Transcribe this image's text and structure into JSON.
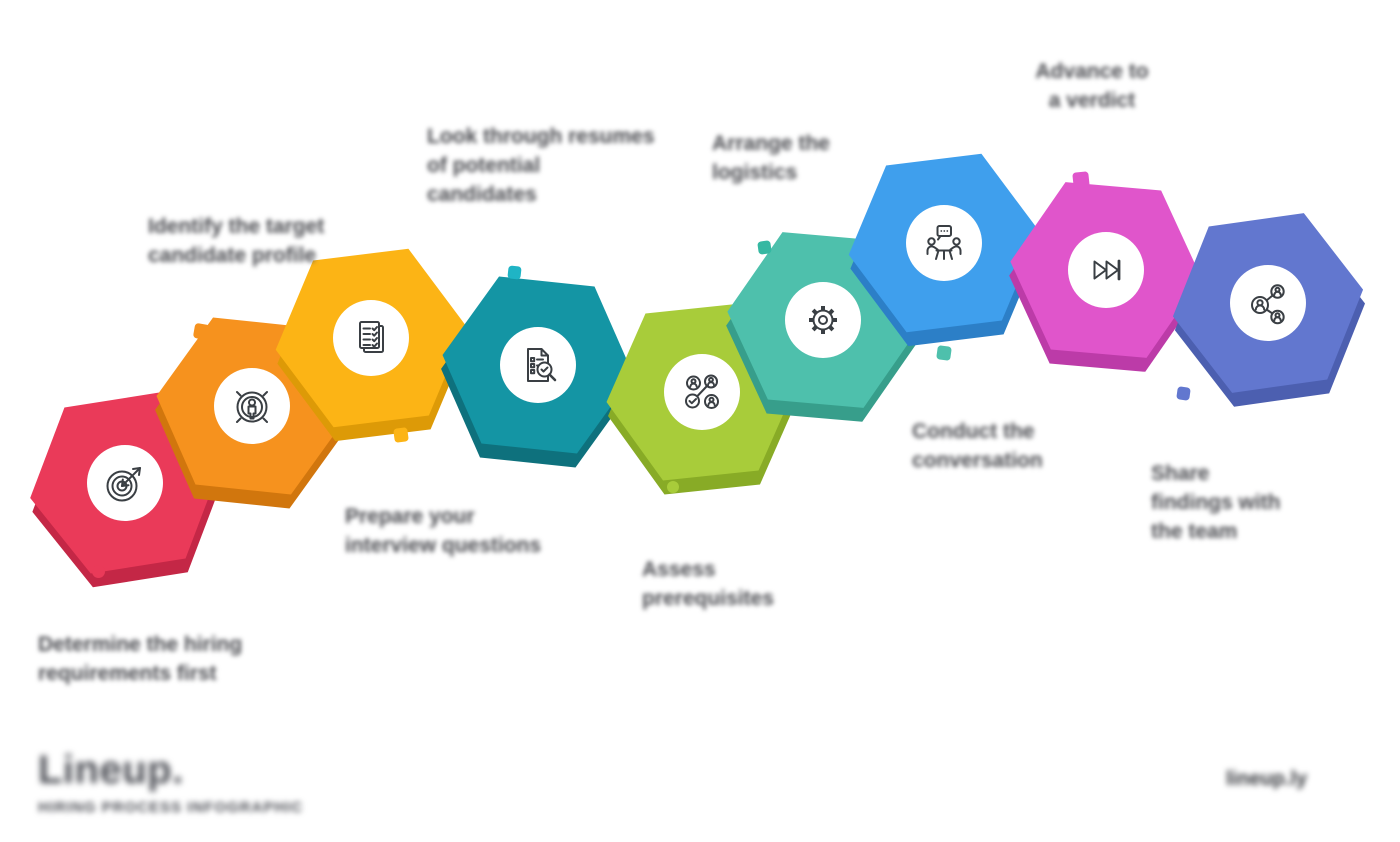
{
  "meta": {
    "background_color": "#ffffff",
    "label_text_color": "#4a4b50",
    "icon_stroke_color": "#3a3f44",
    "badge_color": "#ffffff"
  },
  "title": {
    "text": "Lineup.",
    "subtitle": "HIRING PROCESS INFOGRAPHIC"
  },
  "watermark": "lineup.ly",
  "steps": [
    {
      "name": "set-target",
      "icon": "target-dart-icon",
      "color": "#ea3a59",
      "side_color": "#c42746",
      "label_lines": [
        "Determine the hiring",
        "requirements first"
      ]
    },
    {
      "name": "identify-candidates",
      "icon": "person-target-icon",
      "color": "#f6921e",
      "side_color": "#d1760d",
      "label_lines": [
        "Identify the target",
        "candidate profile"
      ]
    },
    {
      "name": "prepare-checklist",
      "icon": "checklist-icon",
      "color": "#fcb415",
      "side_color": "#dd9a07",
      "label_lines": [
        "Prepare your",
        "interview questions"
      ]
    },
    {
      "name": "screen-resumes",
      "icon": "doc-magnifier-icon",
      "color": "#1495a4",
      "side_color": "#0e717d",
      "label_lines": [
        "Look through resumes",
        "of potential",
        "candidates"
      ]
    },
    {
      "name": "assess-candidates",
      "icon": "people-check-icon",
      "color": "#a8cc3a",
      "side_color": "#88ab26",
      "label_lines": [
        "Assess",
        "prerequisites"
      ]
    },
    {
      "name": "arrange-logistics",
      "icon": "gear-icon",
      "color": "#4ec0ac",
      "side_color": "#379e8b",
      "label_lines": [
        "Arrange the",
        "logistics"
      ]
    },
    {
      "name": "conduct-conversation",
      "icon": "interview-icon",
      "color": "#3f9fed",
      "side_color": "#2c7fc7",
      "label_lines": [
        "Conduct the",
        "conversation"
      ]
    },
    {
      "name": "advance-verdict",
      "icon": "fast-forward-icon",
      "color": "#e055cb",
      "side_color": "#bc3ba8",
      "label_lines": [
        "Advance to",
        "a verdict"
      ]
    },
    {
      "name": "share-findings",
      "icon": "share-people-icon",
      "color": "#6277cf",
      "side_color": "#4c5fb0",
      "label_lines": [
        "Share",
        "findings with",
        "the team"
      ]
    }
  ],
  "decor_dots": [
    {
      "shape": "square",
      "color": "#f6921e"
    },
    {
      "shape": "circle",
      "color": "#ea3a59"
    },
    {
      "shape": "square",
      "color": "#fcb415"
    },
    {
      "shape": "square",
      "color": "#1fb4c5"
    },
    {
      "shape": "square",
      "color": "#35b8a2"
    },
    {
      "shape": "circle",
      "color": "#a8cc3a"
    },
    {
      "shape": "square",
      "color": "#4ec0ac"
    },
    {
      "shape": "square",
      "color": "#e055cb"
    },
    {
      "shape": "square",
      "color": "#6277cf"
    }
  ]
}
